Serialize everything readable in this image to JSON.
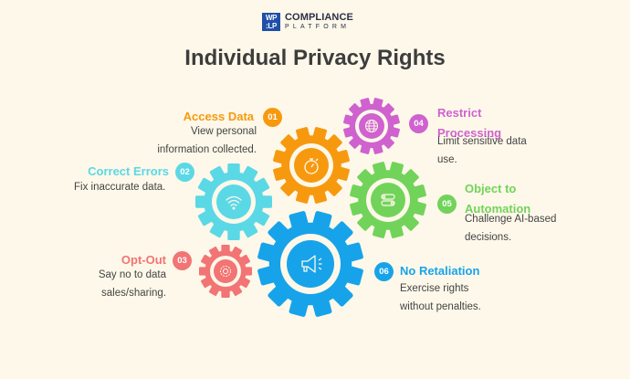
{
  "logo": {
    "box_line1": "WP",
    "box_line2": ":LP",
    "name": "COMPLIANCE",
    "sub": "PLATFORM"
  },
  "title": "Individual Privacy Rights",
  "colors": {
    "background": "#fdf8e9",
    "orange": "#f7990f",
    "cyan": "#5bd8e6",
    "purple": "#cf62cf",
    "green": "#72d35a",
    "pink": "#f27474",
    "blue": "#17a3ea"
  },
  "rights": [
    {
      "number": "01",
      "title": "Access Data",
      "desc_line1": "View personal",
      "desc_line2": "information collected.",
      "color": "#f7990f",
      "icon": "stopwatch-icon"
    },
    {
      "number": "02",
      "title": "Correct Errors",
      "desc_line1": "Fix inaccurate data.",
      "color": "#5bd8e6",
      "icon": "wifi-icon"
    },
    {
      "number": "03",
      "title": "Opt-Out",
      "desc_line1": "Say no to data",
      "desc_line2": "sales/sharing.",
      "color": "#f27474",
      "icon": "gear-icon"
    },
    {
      "number": "04",
      "title_line1": "Restrict",
      "title_line2": "Processing",
      "desc_line1": "Limit sensitive data",
      "desc_line2": "use.",
      "color": "#cf62cf",
      "icon": "globe-icon"
    },
    {
      "number": "05",
      "title_line1": "Object to",
      "title_line2": "Automation",
      "desc_line1": "Challenge AI-based",
      "desc_line2": "decisions.",
      "color": "#72d35a",
      "icon": "toggle-icon"
    },
    {
      "number": "06",
      "title": "No Retaliation",
      "desc_line1": "Exercise rights",
      "desc_line2": "without penalties.",
      "color": "#17a3ea",
      "icon": "megaphone-icon"
    }
  ]
}
